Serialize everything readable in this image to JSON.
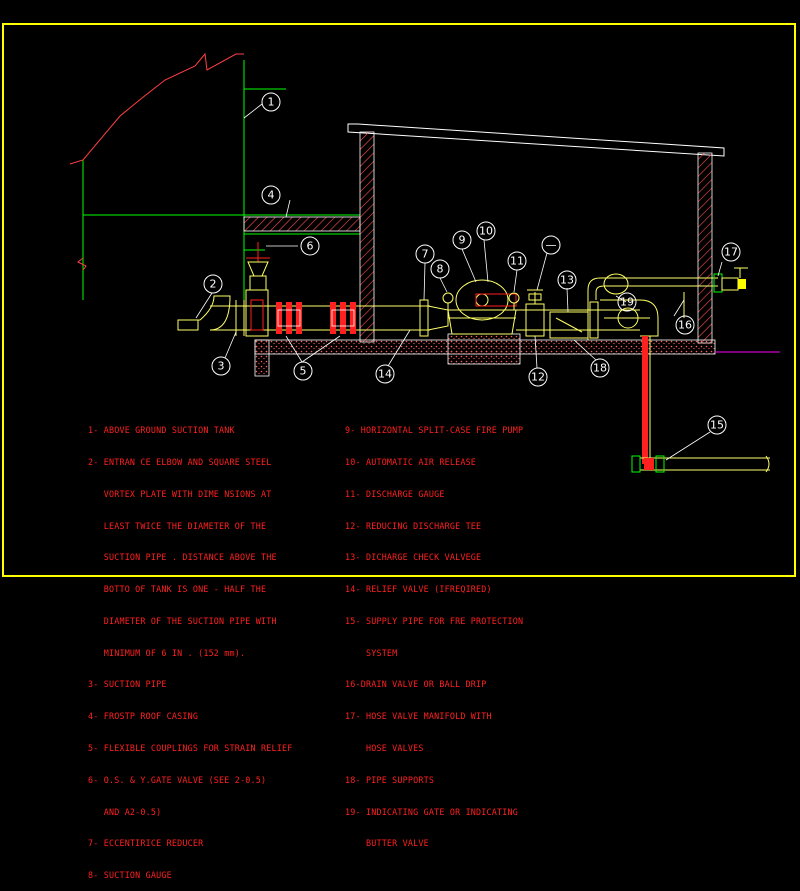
{
  "callouts": [
    {
      "id": "c1",
      "label": "1"
    },
    {
      "id": "c2",
      "label": "2"
    },
    {
      "id": "c3",
      "label": "3"
    },
    {
      "id": "c4",
      "label": "4"
    },
    {
      "id": "c5",
      "label": "5"
    },
    {
      "id": "c6",
      "label": "6"
    },
    {
      "id": "c7",
      "label": "7"
    },
    {
      "id": "c8",
      "label": "8"
    },
    {
      "id": "c9",
      "label": "9"
    },
    {
      "id": "c10",
      "label": "10"
    },
    {
      "id": "c11",
      "label": "11"
    },
    {
      "id": "c12",
      "label": "12"
    },
    {
      "id": "c13",
      "label": "13"
    },
    {
      "id": "c14",
      "label": "14"
    },
    {
      "id": "c15",
      "label": "15"
    },
    {
      "id": "c16",
      "label": "16"
    },
    {
      "id": "c17",
      "label": "17"
    },
    {
      "id": "c18",
      "label": "18"
    },
    {
      "id": "c19",
      "label": "19"
    },
    {
      "id": "c20",
      "label": "—"
    }
  ],
  "legend_left": [
    "1- ABOVE GROUND SUCTION TANK",
    "2- ENTRAN CE ELBOW AND SQUARE STEEL",
    "   VORTEX PLATE WITH DIME NSIONS AT",
    "   LEAST TWICE THE DIAMETER OF THE",
    "   SUCTION PIPE . DISTANCE ABOVE THE",
    "   BOTTO OF TANK IS ONE - HALF THE",
    "   DIAMETER OF THE SUCTION PIPE WITH",
    "   MINIMUM OF 6 IN . (152 mm).",
    "3- SUCTION PIPE",
    "4- FROSTP ROOF CASING",
    "5- FLEXIBLE COUPLINGS FOR STRAIN RELIEF",
    "6- O.S. & Y.GATE VALVE (SEE 2-0.5)",
    "   AND A2-0.5)",
    "7- ECCENTIRICE REDUCER",
    "8- SUCTION GAUGE"
  ],
  "legend_right": [
    "9- HORIZONTAL SPLIT-CASE FIRE PUMP",
    "10- AUTOMATIC AIR RELEASE",
    "11- DISCHARGE GAUGE",
    "12- REDUCING DISCHARGE TEE",
    "13- DICHARGE CHECK VALVEGE",
    "14- RELIEF VALVE (IFREQIRED)",
    "15- SUPPLY PIPE FOR FRE PROTECTION",
    "    SYSTEM",
    "16-DRAIN VALVE OR BALL DRIP",
    "17- HOSE VALVE MANIFOLD WITH",
    "    HOSE VALVES",
    "18- PIPE SUPPORTS",
    "19- INDICATING GATE OR INDICATING",
    "    BUTTER VALVE"
  ],
  "colors": {
    "frame": "#ffff00",
    "tank": "#00ff00",
    "pipe": "#ffff66",
    "coupling": "#ff2020",
    "wall": "#ff6060",
    "callout": "#ffffff",
    "legend_text": "#ff2020",
    "ground": "#ff00ff"
  }
}
